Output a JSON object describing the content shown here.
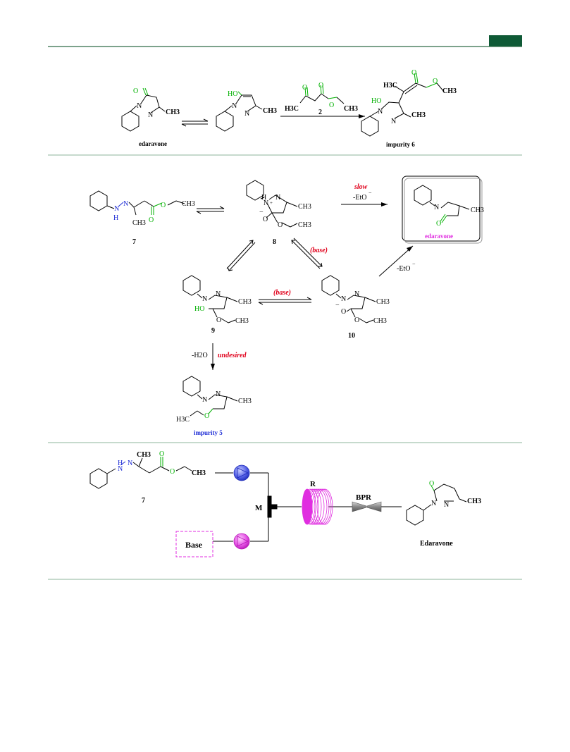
{
  "header": {
    "accent_color": "#0f5a36",
    "rule_color": "#2f6b46",
    "divider_color": "#8cb49b"
  },
  "scheme1": {
    "edaravone_label": "edaravone",
    "impurity6_label": "impurity 6",
    "reagent_number": "2",
    "O": "O",
    "HO": "HO",
    "N": "N",
    "CH3": "CH3",
    "H3C": "H3C"
  },
  "scheme2": {
    "compound7": "7",
    "compound8": "8",
    "compound9": "9",
    "compound10": "10",
    "slow": "slow",
    "EtO_minus": "-EtO",
    "base": "(base)",
    "minus_H2O": "-H2O",
    "undesired": "undesired",
    "edaravone_label": "edaravone",
    "impurity5_label": "impurity 5",
    "colors": {
      "red": "#e0001b",
      "green": "#00b000",
      "blue": "#1e2dd6",
      "magenta": "#e02ee0"
    }
  },
  "scheme3": {
    "compound7": "7",
    "mixer": "M",
    "reactor": "R",
    "bpr": "BPR",
    "base_box": "Base",
    "product": "Edaravone"
  }
}
